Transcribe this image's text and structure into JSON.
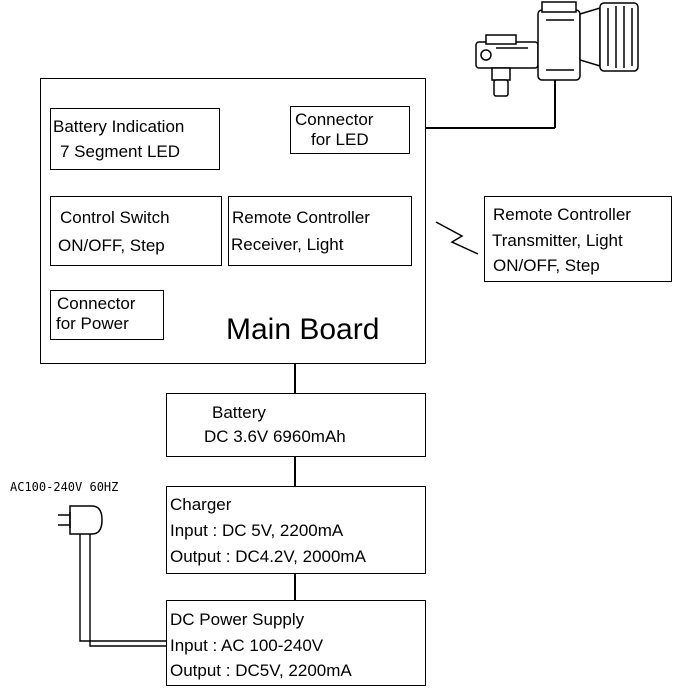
{
  "main_board": {
    "title": "Main Board",
    "battery_indication": [
      "Battery Indication",
      "7 Segment LED"
    ],
    "connector_led": [
      "Connector",
      "for LED"
    ],
    "control_switch": [
      "Control Switch",
      "ON/OFF,  Step"
    ],
    "remote_receiver": [
      "Remote Controller",
      "Receiver, Light"
    ],
    "connector_power": [
      "Connector",
      "for Power"
    ]
  },
  "remote_transmitter": [
    "Remote Controller",
    "Transmitter, Light",
    "ON/OFF,  Step"
  ],
  "battery": [
    "Battery",
    "DC 3.6V 6960mAh"
  ],
  "charger": [
    "Charger",
    "Input : DC 5V, 2200mA",
    "Output : DC4.2V, 2000mA"
  ],
  "dc_power_supply": [
    "DC Power Supply",
    "Input : AC 100-240V",
    "Output : DC5V, 2200mA"
  ],
  "ac_input_label": "AC100-240V  60HZ",
  "icons": [
    "led-headlamp-icon",
    "wireless-signal-icon",
    "ac-plug-icon"
  ]
}
